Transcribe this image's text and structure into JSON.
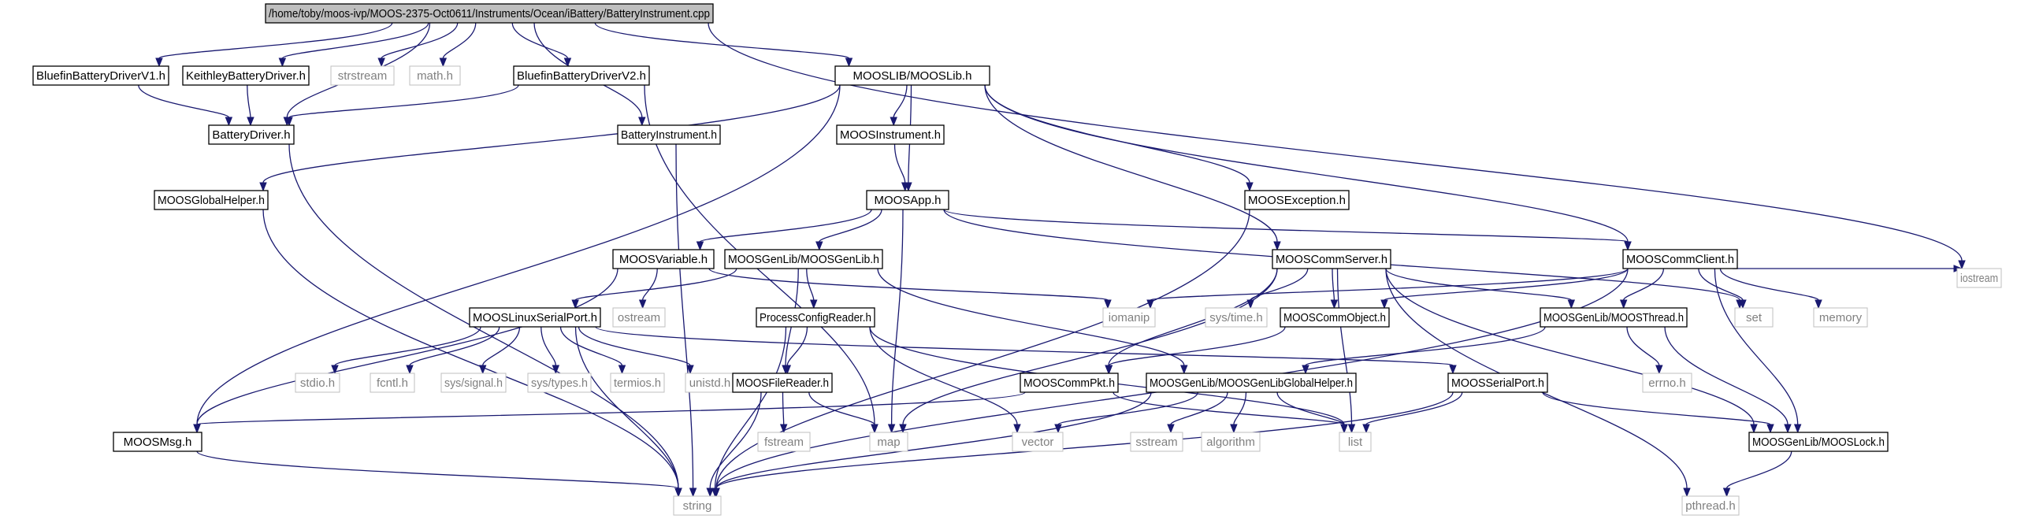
{
  "nodes": {
    "battery_instrument_cpp": {
      "label": "/home/toby/moos-ivp/MOOS-2375-Oct0611/Instruments/Ocean/iBattery/BatteryInstrument.cpp",
      "kind": "root"
    },
    "bluefin_v1": {
      "label": "BluefinBatteryDriverV1.h",
      "kind": "header"
    },
    "keithley": {
      "label": "KeithleyBatteryDriver.h",
      "kind": "header"
    },
    "strstream": {
      "label": "strstream",
      "kind": "external"
    },
    "math_h": {
      "label": "math.h",
      "kind": "external"
    },
    "bluefin_v2": {
      "label": "BluefinBatteryDriverV2.h",
      "kind": "header"
    },
    "battery_instrument_h": {
      "label": "BatteryInstrument.h",
      "kind": "header"
    },
    "mooslib": {
      "label": "MOOSLIB/MOOSLib.h",
      "kind": "header"
    },
    "iostream": {
      "label": "iostream",
      "kind": "external"
    },
    "battery_driver": {
      "label": "BatteryDriver.h",
      "kind": "header"
    },
    "moos_instrument": {
      "label": "MOOSInstrument.h",
      "kind": "header"
    },
    "moos_global_helper": {
      "label": "MOOSGlobalHelper.h",
      "kind": "header"
    },
    "moos_app": {
      "label": "MOOSApp.h",
      "kind": "header"
    },
    "moos_exception": {
      "label": "MOOSException.h",
      "kind": "header"
    },
    "moos_variable": {
      "label": "MOOSVariable.h",
      "kind": "header"
    },
    "moos_genlib": {
      "label": "MOOSGenLib/MOOSGenLib.h",
      "kind": "header"
    },
    "moos_comm_server": {
      "label": "MOOSCommServer.h",
      "kind": "header"
    },
    "moos_comm_client": {
      "label": "MOOSCommClient.h",
      "kind": "header"
    },
    "ostream": {
      "label": "ostream",
      "kind": "external"
    },
    "moos_linux_serial": {
      "label": "MOOSLinuxSerialPort.h",
      "kind": "header"
    },
    "process_config": {
      "label": "ProcessConfigReader.h",
      "kind": "header"
    },
    "iomanip": {
      "label": "iomanip",
      "kind": "external"
    },
    "sys_time": {
      "label": "sys/time.h",
      "kind": "external"
    },
    "moos_comm_object": {
      "label": "MOOSCommObject.h",
      "kind": "header"
    },
    "moos_thread": {
      "label": "MOOSGenLib/MOOSThread.h",
      "kind": "header"
    },
    "set": {
      "label": "set",
      "kind": "external"
    },
    "memory": {
      "label": "memory",
      "kind": "external"
    },
    "stdio": {
      "label": "stdio.h",
      "kind": "external"
    },
    "fcntl": {
      "label": "fcntl.h",
      "kind": "external"
    },
    "sys_signal": {
      "label": "sys/signal.h",
      "kind": "external"
    },
    "sys_types": {
      "label": "sys/types.h",
      "kind": "external"
    },
    "termios": {
      "label": "termios.h",
      "kind": "external"
    },
    "unistd": {
      "label": "unistd.h",
      "kind": "external"
    },
    "moos_file_reader": {
      "label": "MOOSFileReader.h",
      "kind": "header"
    },
    "moos_comm_pkt": {
      "label": "MOOSCommPkt.h",
      "kind": "header"
    },
    "moos_genlib_global": {
      "label": "MOOSGenLib/MOOSGenLibGlobalHelper.h",
      "kind": "header"
    },
    "moos_serial_port": {
      "label": "MOOSSerialPort.h",
      "kind": "header"
    },
    "errno": {
      "label": "errno.h",
      "kind": "external"
    },
    "moos_msg": {
      "label": "MOOSMsg.h",
      "kind": "header"
    },
    "fstream": {
      "label": "fstream",
      "kind": "external"
    },
    "map": {
      "label": "map",
      "kind": "external"
    },
    "vector": {
      "label": "vector",
      "kind": "external"
    },
    "sstream": {
      "label": "sstream",
      "kind": "external"
    },
    "algorithm": {
      "label": "algorithm",
      "kind": "external"
    },
    "list": {
      "label": "list",
      "kind": "external"
    },
    "moos_lock": {
      "label": "MOOSGenLib/MOOSLock.h",
      "kind": "header"
    },
    "string": {
      "label": "string",
      "kind": "external"
    },
    "pthread": {
      "label": "pthread.h",
      "kind": "external"
    }
  },
  "edges": [
    [
      "battery_instrument_cpp",
      "bluefin_v1"
    ],
    [
      "battery_instrument_cpp",
      "keithley"
    ],
    [
      "battery_instrument_cpp",
      "strstream"
    ],
    [
      "battery_instrument_cpp",
      "math_h"
    ],
    [
      "battery_instrument_cpp",
      "bluefin_v2"
    ],
    [
      "battery_instrument_cpp",
      "battery_instrument_h"
    ],
    [
      "battery_instrument_cpp",
      "mooslib"
    ],
    [
      "battery_instrument_cpp",
      "iostream"
    ],
    [
      "battery_instrument_cpp",
      "battery_driver"
    ],
    [
      "bluefin_v1",
      "battery_driver"
    ],
    [
      "keithley",
      "battery_driver"
    ],
    [
      "bluefin_v2",
      "battery_driver"
    ],
    [
      "bluefin_v2",
      "map"
    ],
    [
      "battery_driver",
      "string"
    ],
    [
      "battery_instrument_h",
      "string"
    ],
    [
      "mooslib",
      "moos_instrument"
    ],
    [
      "mooslib",
      "moos_app"
    ],
    [
      "mooslib",
      "moos_global_helper"
    ],
    [
      "mooslib",
      "moos_exception"
    ],
    [
      "mooslib",
      "moos_comm_server"
    ],
    [
      "mooslib",
      "moos_comm_client"
    ],
    [
      "mooslib",
      "moos_msg"
    ],
    [
      "moos_instrument",
      "moos_app"
    ],
    [
      "moos_global_helper",
      "string"
    ],
    [
      "moos_app",
      "moos_variable"
    ],
    [
      "moos_app",
      "moos_genlib"
    ],
    [
      "moos_app",
      "moos_comm_client"
    ],
    [
      "moos_app",
      "map"
    ],
    [
      "moos_app",
      "set"
    ],
    [
      "moos_exception",
      "string"
    ],
    [
      "moos_variable",
      "ostream"
    ],
    [
      "moos_variable",
      "iomanip"
    ],
    [
      "moos_variable",
      "moos_msg"
    ],
    [
      "moos_genlib",
      "moos_linux_serial"
    ],
    [
      "moos_genlib",
      "process_config"
    ],
    [
      "moos_genlib",
      "moos_file_reader"
    ],
    [
      "moos_genlib",
      "moos_genlib_global"
    ],
    [
      "moos_comm_server",
      "moos_comm_object"
    ],
    [
      "moos_comm_server",
      "moos_thread"
    ],
    [
      "moos_comm_server",
      "sys_time"
    ],
    [
      "moos_comm_server",
      "moos_comm_pkt"
    ],
    [
      "moos_comm_server",
      "map"
    ],
    [
      "moos_comm_server",
      "list"
    ],
    [
      "moos_comm_server",
      "pthread"
    ],
    [
      "moos_comm_server",
      "moos_lock"
    ],
    [
      "moos_comm_client",
      "moos_comm_object"
    ],
    [
      "moos_comm_client",
      "moos_thread"
    ],
    [
      "moos_comm_client",
      "set"
    ],
    [
      "moos_comm_client",
      "memory"
    ],
    [
      "moos_comm_client",
      "iostream"
    ],
    [
      "moos_comm_client",
      "moos_lock"
    ],
    [
      "moos_comm_client",
      "iomanip"
    ],
    [
      "moos_comm_client",
      "string"
    ],
    [
      "moos_linux_serial",
      "stdio"
    ],
    [
      "moos_linux_serial",
      "fcntl"
    ],
    [
      "moos_linux_serial",
      "sys_signal"
    ],
    [
      "moos_linux_serial",
      "sys_types"
    ],
    [
      "moos_linux_serial",
      "termios"
    ],
    [
      "moos_linux_serial",
      "unistd"
    ],
    [
      "moos_linux_serial",
      "moos_serial_port"
    ],
    [
      "moos_linux_serial",
      "string"
    ],
    [
      "process_config",
      "moos_file_reader"
    ],
    [
      "process_config",
      "vector"
    ],
    [
      "process_config",
      "list"
    ],
    [
      "process_config",
      "string"
    ],
    [
      "moos_comm_object",
      "moos_comm_pkt"
    ],
    [
      "moos_thread",
      "errno"
    ],
    [
      "moos_thread",
      "moos_lock"
    ],
    [
      "moos_thread",
      "moos_genlib_global"
    ],
    [
      "moos_file_reader",
      "fstream"
    ],
    [
      "moos_file_reader",
      "map"
    ],
    [
      "moos_file_reader",
      "string"
    ],
    [
      "moos_comm_pkt",
      "moos_msg"
    ],
    [
      "moos_comm_pkt",
      "list"
    ],
    [
      "moos_genlib_global",
      "sstream"
    ],
    [
      "moos_genlib_global",
      "algorithm"
    ],
    [
      "moos_genlib_global",
      "vector"
    ],
    [
      "moos_genlib_global",
      "list"
    ],
    [
      "moos_genlib_global",
      "string"
    ],
    [
      "moos_serial_port",
      "list"
    ],
    [
      "moos_serial_port",
      "moos_lock"
    ],
    [
      "moos_serial_port",
      "string"
    ],
    [
      "moos_msg",
      "string"
    ],
    [
      "moos_lock",
      "pthread"
    ]
  ]
}
